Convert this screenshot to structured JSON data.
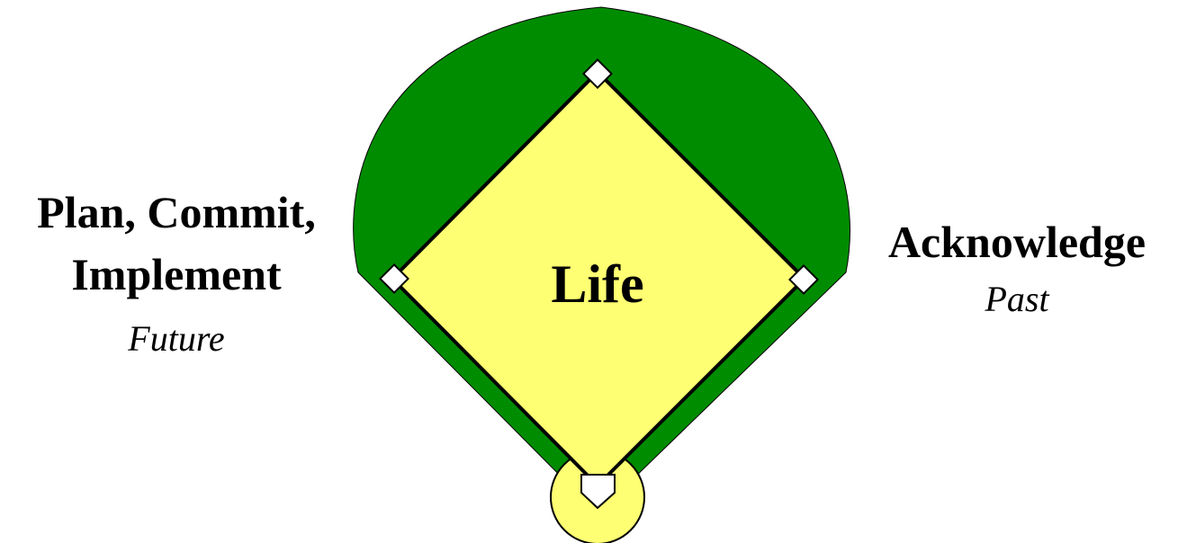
{
  "diagram": {
    "center_label": "Life",
    "left": {
      "line1": "Plan, Commit,",
      "line2": "Implement",
      "subtitle": "Future"
    },
    "right": {
      "line1": "Acknowledge",
      "subtitle": "Past"
    }
  },
  "colors": {
    "outfield": "#008c00",
    "infield": "#ffff73",
    "base": "#ffffff",
    "outline": "#000000"
  }
}
